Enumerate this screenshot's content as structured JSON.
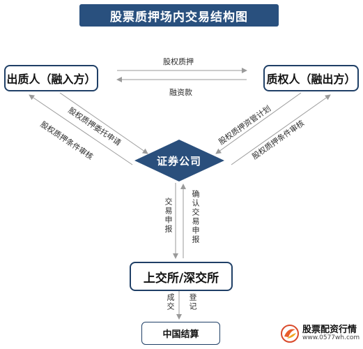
{
  "title": "股票质押场内交易结构图",
  "nodes": {
    "pledgor": "出质人（融入方）",
    "pledgee": "质权人（融出方）",
    "broker": "证券公司",
    "exchange": "上交所/深交所",
    "csdc": "中国结算"
  },
  "edges": {
    "top_upper": "股权质押",
    "top_lower": "融资款",
    "left_outer": "股权质押委托申请",
    "left_inner": "股权质押条件审核",
    "right_outer": "股权质押资管计划",
    "right_inner": "股权质押条件审核",
    "down_left": "交易申报",
    "up_right": "确认交易申报",
    "bottom_left": "成交",
    "bottom_right": "登记"
  },
  "watermark": {
    "title": "股票配资行情",
    "url": "www.0577wh.com"
  },
  "colors": {
    "banner": "#29507e",
    "broker_diamond": "#2a4f7c",
    "node_border": "#1f3f66",
    "arrow": "#9a9a9a"
  }
}
